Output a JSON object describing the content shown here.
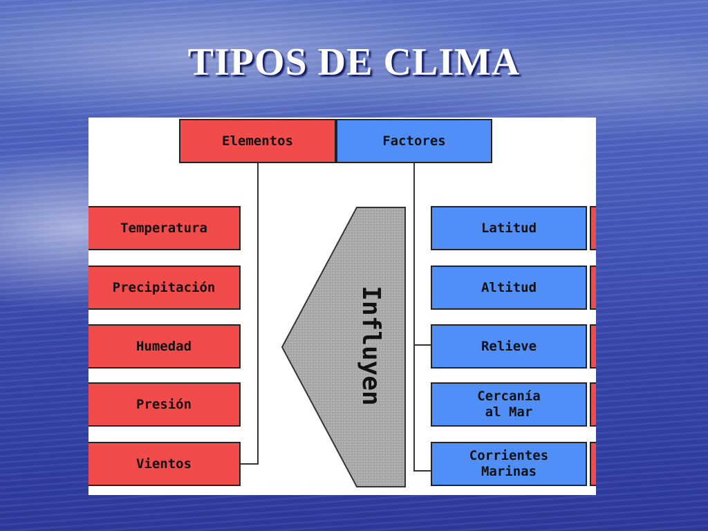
{
  "slide": {
    "title": "TIPOS DE CLIMA"
  },
  "diagram": {
    "elementos_header": "Elementos",
    "factores_header": "Factores",
    "influyen": "Influyen",
    "elementos": [
      "Temperatura",
      "Precipitación",
      "Humedad",
      "Presión",
      "Vientos"
    ],
    "factores": [
      "Latitud",
      "Altitud",
      "Relieve",
      "Cercanía\nal Mar",
      "Corrientes\nMarinas"
    ]
  },
  "colors": {
    "elemento": "#f24b4b",
    "factor": "#4f8ff7",
    "arrow": "#a6a6a6"
  }
}
